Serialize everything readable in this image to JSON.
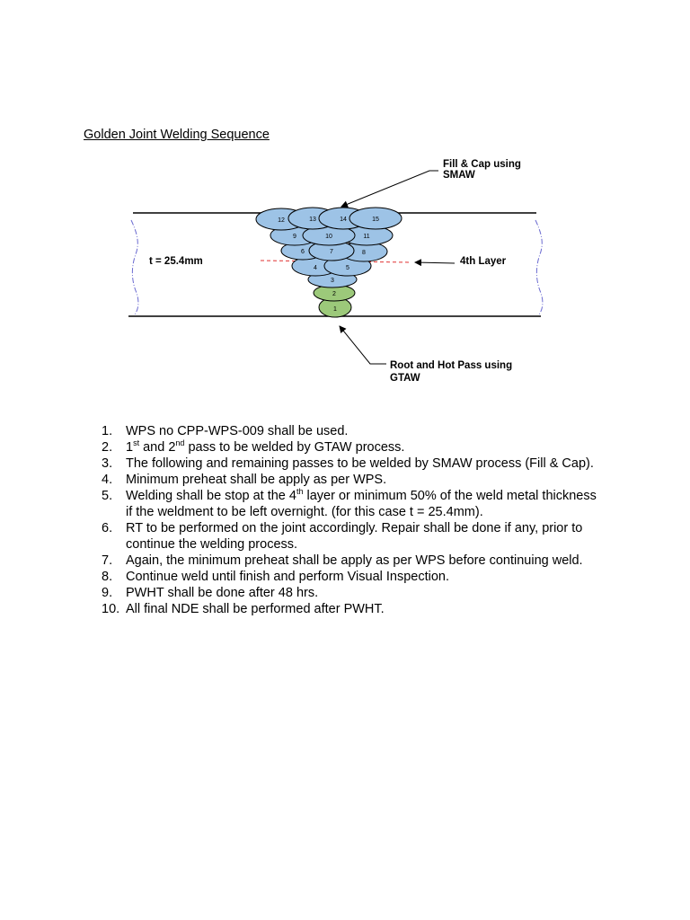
{
  "title": "Golden Joint Welding Sequence",
  "diagram": {
    "callout_fill_cap_line1": "Fill & Cap using",
    "callout_fill_cap_line2": "SMAW",
    "thickness_label": "t = 25.4mm",
    "layer_label": "4th Layer",
    "callout_root_line1": "Root and Hot Pass using",
    "callout_root_line2": "GTAW",
    "passes": [
      "1",
      "2",
      "3",
      "4",
      "5",
      "6",
      "7",
      "8",
      "9",
      "10",
      "11",
      "12",
      "13",
      "14",
      "15"
    ],
    "colors": {
      "gtaw_pass": "#9cc97a",
      "smaw_pass": "#9dc3e6",
      "layer_line": "#e03030",
      "edge_line": "#6a6ad0"
    }
  },
  "steps": [
    {
      "num": "1.",
      "text": "WPS no CPP-WPS-009 shall be used."
    },
    {
      "num": "2.",
      "a": "1",
      "sa": "st",
      "b": " and 2",
      "sb": "nd",
      "c": " pass to be welded by GTAW process."
    },
    {
      "num": "3.",
      "text": "The following and remaining passes to be welded by SMAW process (Fill & Cap)."
    },
    {
      "num": "4.",
      "text": "Minimum preheat shall be apply as per WPS."
    },
    {
      "num": "5.",
      "a": "Welding shall be stop at the 4",
      "sa": "th",
      "c": " layer or minimum 50% of the weld metal thickness if the weldment to be left overnight. (for this case t = 25.4mm)."
    },
    {
      "num": "6.",
      "text": "RT to be performed on the joint accordingly. Repair shall be done if any, prior to continue the welding process."
    },
    {
      "num": "7.",
      "text": "Again, the minimum preheat shall be apply as per WPS before continuing weld."
    },
    {
      "num": "8.",
      "text": "Continue weld until finish and perform Visual Inspection."
    },
    {
      "num": "9.",
      "text": "PWHT shall be done after 48 hrs."
    },
    {
      "num": "10.",
      "text": "All final NDE shall be performed after PWHT."
    }
  ]
}
